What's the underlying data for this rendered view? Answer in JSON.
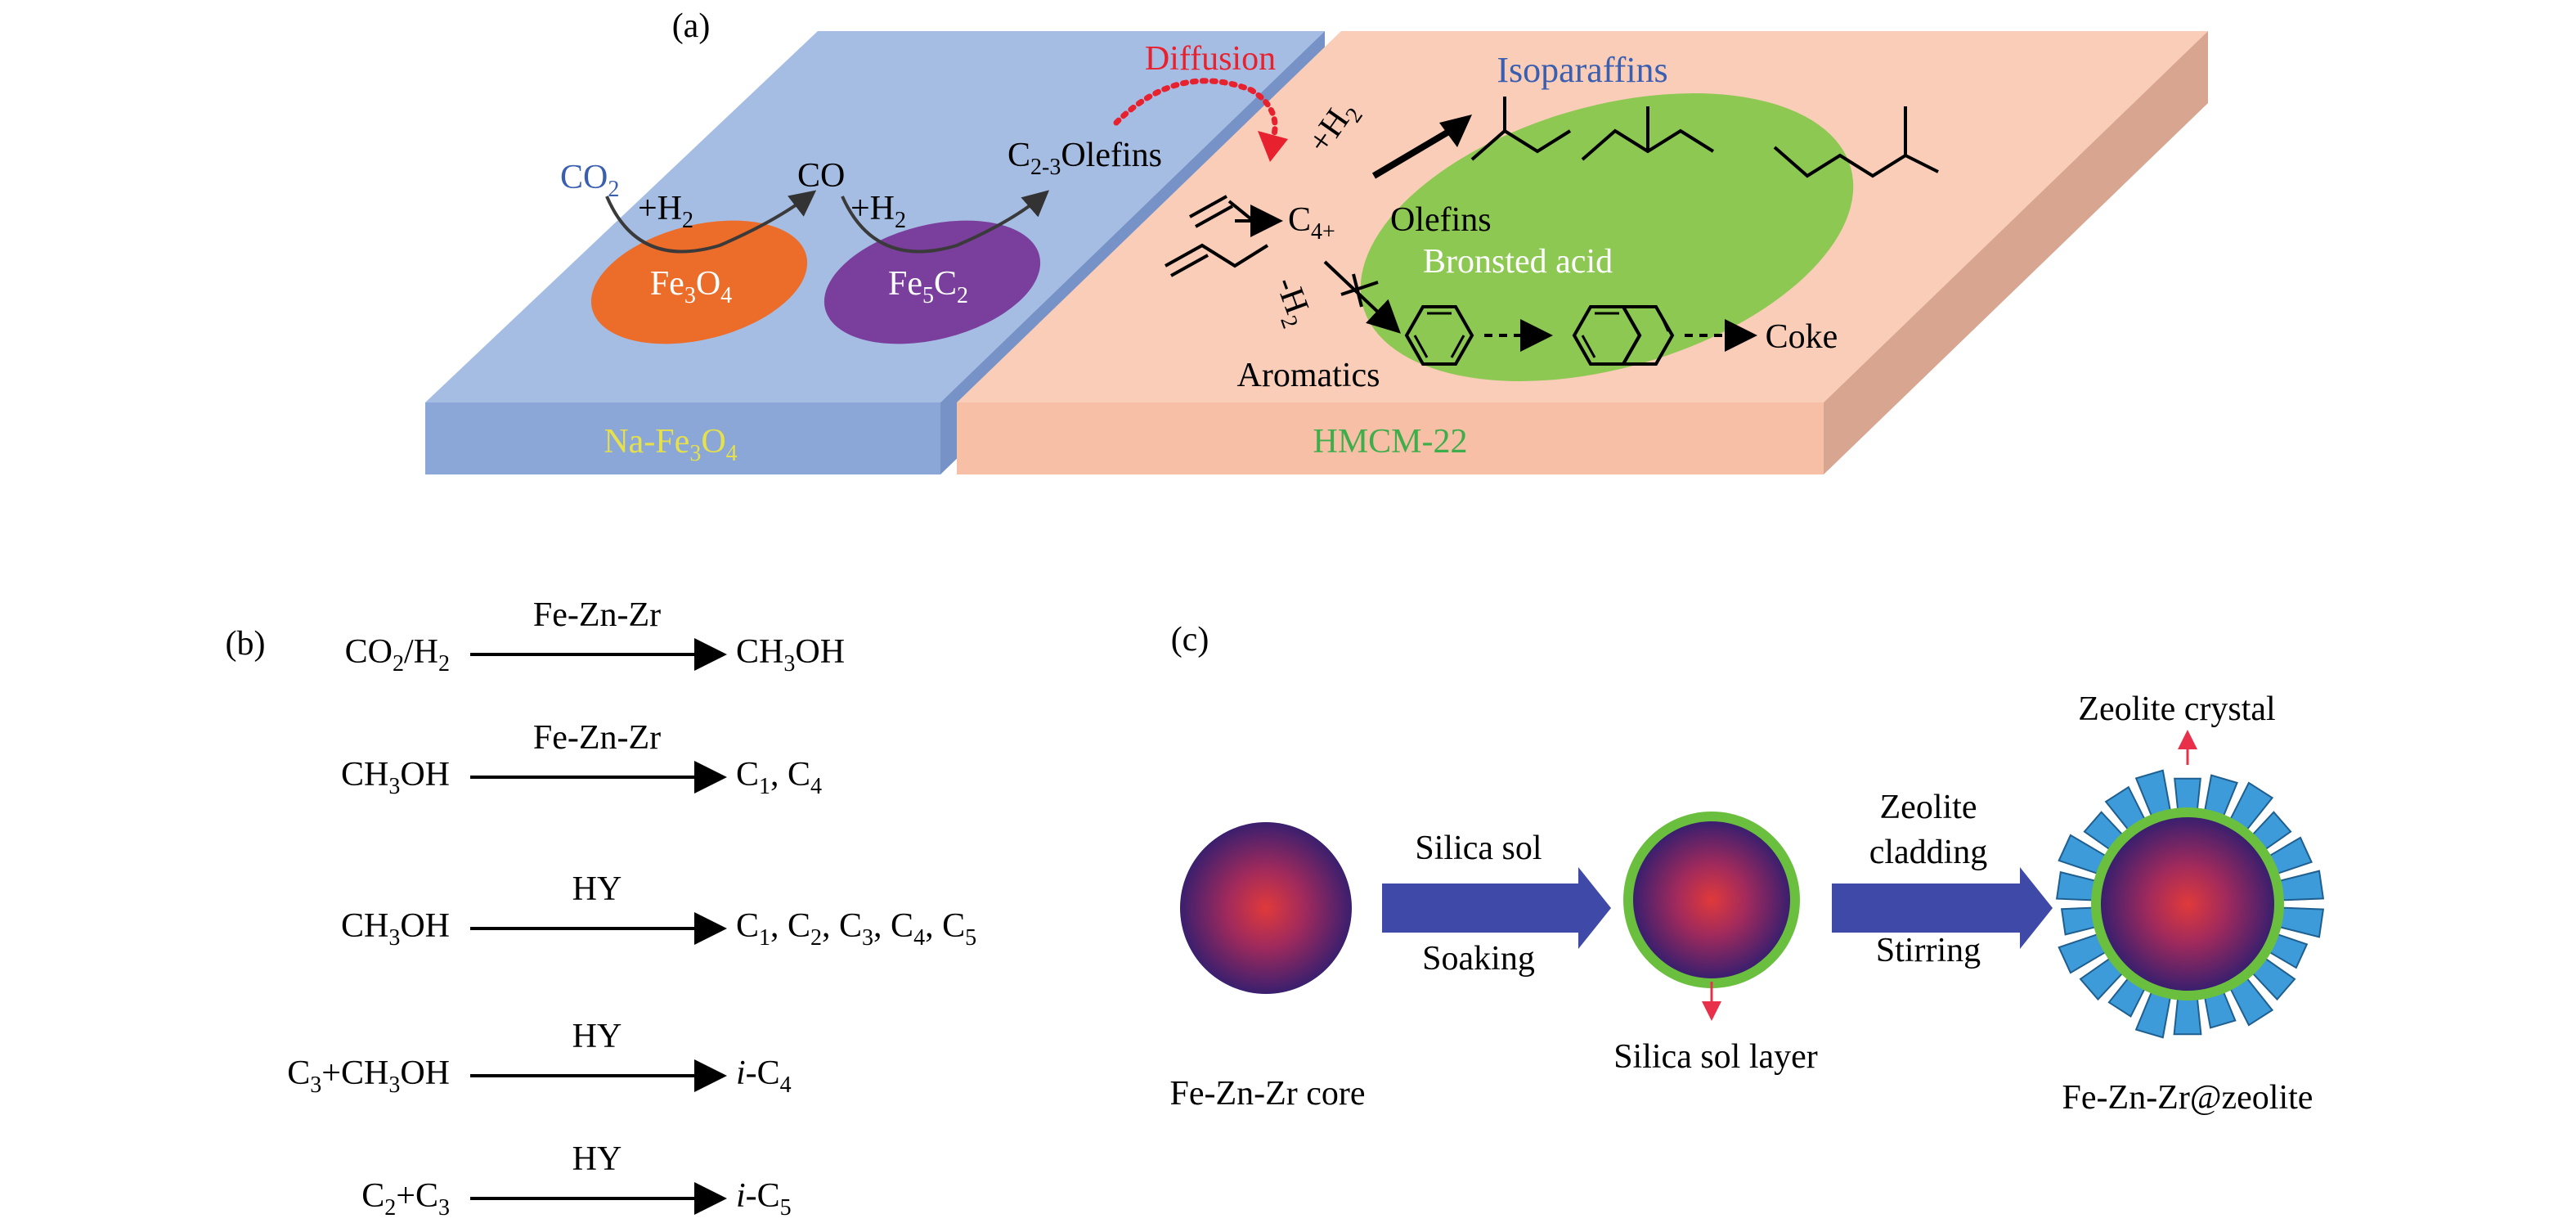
{
  "panel_a": {
    "label": "(a)",
    "diffusion": "Diffusion",
    "isoparaffins": "Isoparaffins",
    "co2": "CO",
    "co2_sub": "2",
    "h2_plus_1": "+H",
    "h2_plus_1_sub": "2",
    "co": "CO",
    "h2_plus_2": "+H",
    "h2_plus_2_sub": "2",
    "c23_base": "C",
    "c23_sub": "2-3",
    "c23_rest": "Olefins",
    "plus_h2_rot": "+H",
    "plus_h2_rot_sub": "2",
    "c4_base": "C",
    "c4_sub": "4+",
    "olefins": "Olefins",
    "bronsted": "Bronsted acid",
    "minus_h2": "-H",
    "minus_h2_sub": "2",
    "aromatics": "Aromatics",
    "coke": "Coke",
    "fe3o4_p1": "Fe",
    "fe3o4_s1": "3",
    "fe3o4_p2": "O",
    "fe3o4_s2": "4",
    "fe5c2_p1": "Fe",
    "fe5c2_s1": "5",
    "fe5c2_p2": "C",
    "fe5c2_s2": "2",
    "na_p1": "Na-Fe",
    "na_s1": "3",
    "na_p2": "O",
    "na_s2": "4",
    "hmcm": "HMCM-22",
    "colors": {
      "blue_slab": "#a6bde3",
      "pink_slab": "#f9cdb8",
      "green_ellipse": "#8cc852",
      "fe3o4": "#ec6c29",
      "fe5c2": "#7a3f9d",
      "diffusion": "#e8212f",
      "isoparaffins": "#3a5fb0",
      "na_label": "#e6e04a",
      "hmcm_label": "#3dae4a"
    }
  },
  "panel_b": {
    "label": "(b)",
    "reactions": [
      {
        "left_p1": "CO",
        "left_s1": "2",
        "left_p2": "/H",
        "left_s2": "2",
        "left_p3": "",
        "left_s3": "",
        "left_p4": "",
        "catalyst": "Fe-Zn-Zr",
        "right": [
          {
            "t": "CH",
            "s": "3"
          },
          {
            "t": "OH",
            "s": ""
          }
        ]
      },
      {
        "left_p1": "CH",
        "left_s1": "3",
        "left_p2": "OH",
        "left_s2": "",
        "left_p3": "",
        "left_s3": "",
        "left_p4": "",
        "catalyst": "Fe-Zn-Zr",
        "right": [
          {
            "t": "C",
            "s": "1"
          },
          {
            "t": ", C",
            "s": "4"
          }
        ]
      },
      {
        "left_p1": "CH",
        "left_s1": "3",
        "left_p2": "OH",
        "left_s2": "",
        "left_p3": "",
        "left_s3": "",
        "left_p4": "",
        "catalyst": "HY",
        "right": [
          {
            "t": "C",
            "s": "1"
          },
          {
            "t": ", C",
            "s": "2"
          },
          {
            "t": ", C",
            "s": "3"
          },
          {
            "t": ", C",
            "s": "4"
          },
          {
            "t": ", C",
            "s": "5"
          }
        ]
      },
      {
        "left_p1": "C",
        "left_s1": "3",
        "left_p2": "+CH",
        "left_s2": "3",
        "left_p3": "OH",
        "left_s3": "",
        "left_p4": "",
        "catalyst": "HY",
        "right": [
          {
            "t": "i",
            "s": "",
            "italic": true
          },
          {
            "t": "-C",
            "s": "4"
          }
        ]
      },
      {
        "left_p1": "C",
        "left_s1": "2",
        "left_p2": "+C",
        "left_s2": "3",
        "left_p3": "",
        "left_s3": "",
        "left_p4": "",
        "catalyst": "HY",
        "right": [
          {
            "t": "i",
            "s": "",
            "italic": true
          },
          {
            "t": "-C",
            "s": "5"
          }
        ]
      }
    ]
  },
  "panel_c": {
    "label": "(c)",
    "core_label": "Fe-Zn-Zr core",
    "step1_top": "Silica sol",
    "step1_bottom": "Soaking",
    "silica_layer": "Silica sol layer",
    "step2_top_1": "Zeolite",
    "step2_top_2": "cladding",
    "step2_bottom": "Stirring",
    "zeolite_crystal": "Zeolite crystal",
    "final_label": "Fe-Zn-Zr@zeolite",
    "colors": {
      "arrow": "#3f4aa8",
      "silica": "#6bbf3f",
      "zeolite": "#3d9bd9",
      "pointer": "#e8304a"
    }
  }
}
